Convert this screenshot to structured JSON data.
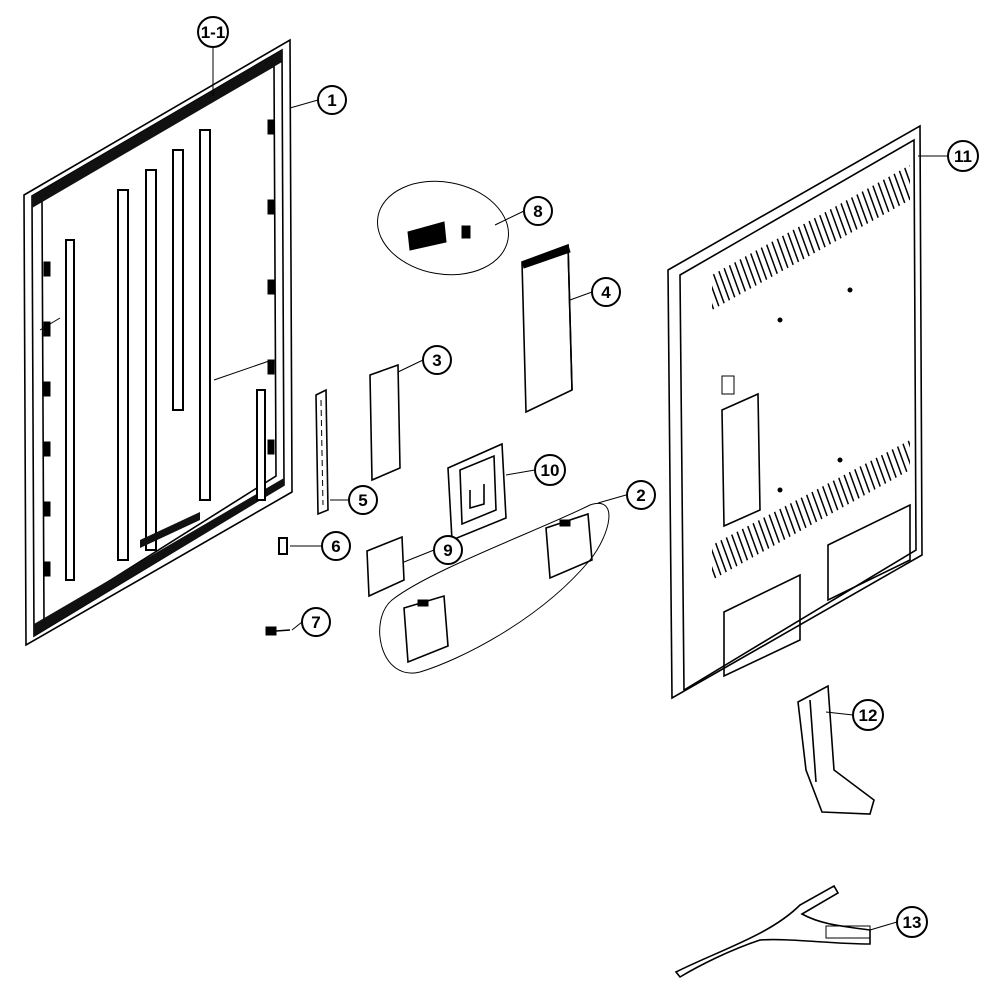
{
  "callouts": [
    {
      "id": "1-1",
      "label": "1-1"
    },
    {
      "id": "1",
      "label": "1"
    },
    {
      "id": "2",
      "label": "2"
    },
    {
      "id": "3",
      "label": "3"
    },
    {
      "id": "4",
      "label": "4"
    },
    {
      "id": "5",
      "label": "5"
    },
    {
      "id": "6",
      "label": "6"
    },
    {
      "id": "7",
      "label": "7"
    },
    {
      "id": "8",
      "label": "8"
    },
    {
      "id": "9",
      "label": "9"
    },
    {
      "id": "10",
      "label": "10"
    },
    {
      "id": "11",
      "label": "11"
    },
    {
      "id": "12",
      "label": "12"
    },
    {
      "id": "13",
      "label": "13"
    }
  ]
}
